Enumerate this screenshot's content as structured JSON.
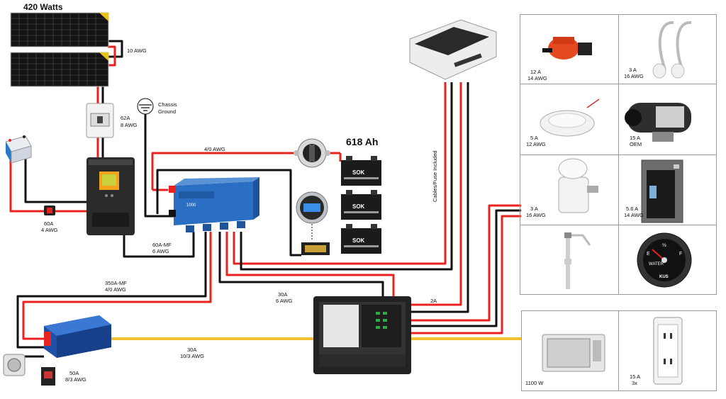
{
  "solar": {
    "watts_label": "420 Watts",
    "array_wire": "10 AWG"
  },
  "breaker": {
    "amps": "62A",
    "gauge": "8 AWG"
  },
  "ground": {
    "line1": "Chassis",
    "line2": "Ground"
  },
  "starter_fuse": {
    "amps": "60A",
    "gauge": "4 AWG"
  },
  "main_cable": "4/0 AWG",
  "battery_bank": {
    "capacity": "618 Ah",
    "brand": "SOK"
  },
  "dcdc_link": {
    "fuse": "60A-MF",
    "gauge": "6 AWG"
  },
  "inverter_link": {
    "fuse": "350A-MF",
    "gauge": "4/0 AWG"
  },
  "panel_link": {
    "amps": "30A",
    "gauge": "6 AWG"
  },
  "ac_link": {
    "amps": "30A",
    "gauge": "10/3 AWG"
  },
  "shore": {
    "amps": "50A",
    "gauge": "8/3 AWG"
  },
  "fan_wire_note": "Cables/Fuse Included",
  "fan_fuse": "2A",
  "multiplus": {
    "model": "1000"
  },
  "loads_dc": [
    {
      "amps": "12 A",
      "gauge": "14 AWG",
      "icon": "water-pump-icon"
    },
    {
      "amps": "3 A",
      "gauge": "16 AWG",
      "icon": "reading-lights-icon"
    },
    {
      "amps": "5 A",
      "gauge": "12 AWG",
      "icon": "puck-light-icon"
    },
    {
      "amps": "15 A",
      "gauge": "OEM",
      "icon": "diesel-heater-icon"
    },
    {
      "amps": "3 A",
      "gauge": "16 AWG",
      "icon": "composting-toilet-icon"
    },
    {
      "amps": "5.6 A",
      "gauge": "14 AWG",
      "icon": "fridge-icon"
    },
    {
      "amps": "",
      "gauge": "",
      "icon": "tank-sensor-icon"
    },
    {
      "amps": "",
      "gauge": "",
      "icon": "water-gauge-icon"
    }
  ],
  "gauge_face": {
    "empty": "E",
    "half": "½",
    "full": "F",
    "word": "WATER",
    "brand": "KUS"
  },
  "loads_ac": [
    {
      "watts": "1100 W",
      "icon": "microwave-icon"
    },
    {
      "amps": "15 A",
      "count": "3x",
      "icon": "outlet-icon"
    }
  ],
  "colors": {
    "positive": "#e8231f",
    "negative": "#111111",
    "ac": "#f3c030",
    "victron_blue": "#2b6fc4"
  }
}
